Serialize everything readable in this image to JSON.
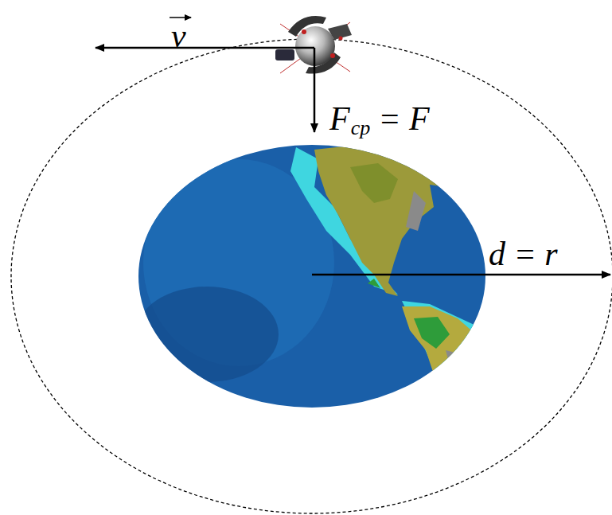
{
  "diagram": {
    "labels": [
      "v",
      "F",
      "cp",
      "= F",
      "d = r"
    ]
  }
}
